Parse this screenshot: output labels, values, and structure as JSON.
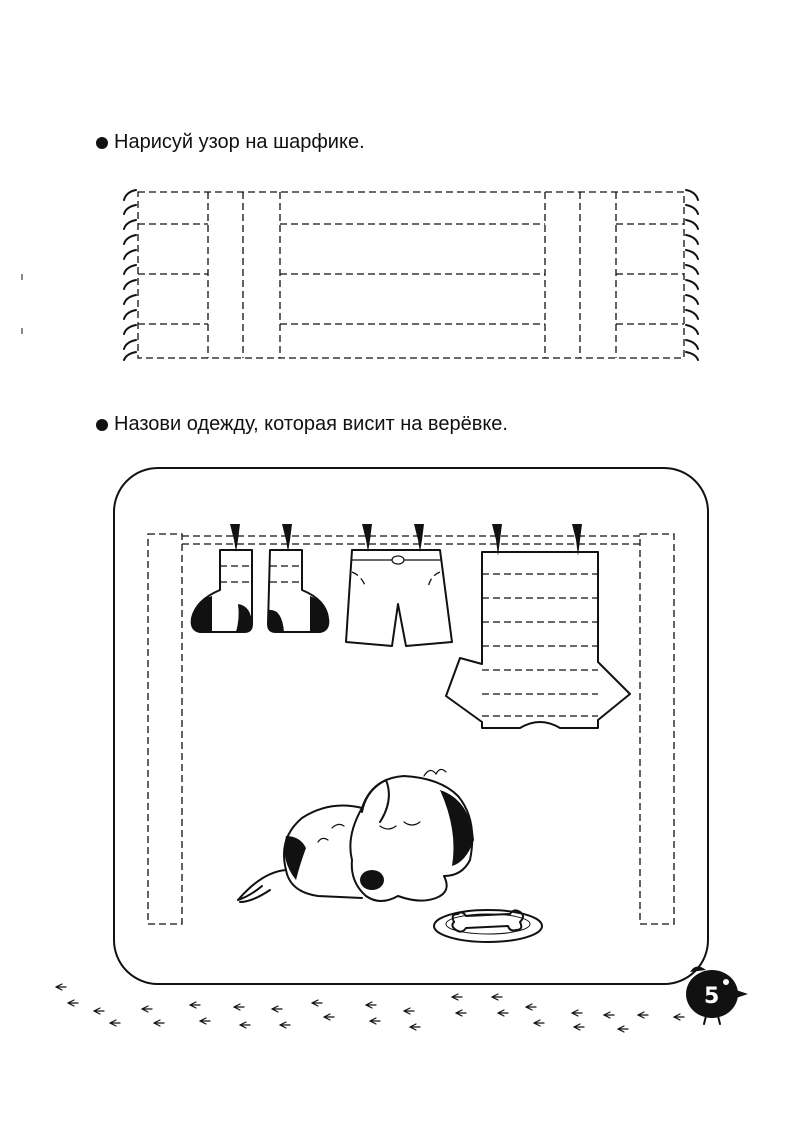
{
  "tasks": [
    {
      "text": "Нарисуй узор на шарфике."
    },
    {
      "text": "Назови одежду, которая висит на верёвке."
    }
  ],
  "page": {
    "number": "5"
  },
  "icons": {
    "scarf": "scarf-outline-icon",
    "socks": "socks-icon",
    "shorts": "shorts-icon",
    "sweater": "sweater-icon",
    "dog": "sleeping-dog-icon",
    "bowl": "bone-bowl-icon",
    "bird": "bird-icon",
    "tracks": "bird-tracks-icon"
  }
}
